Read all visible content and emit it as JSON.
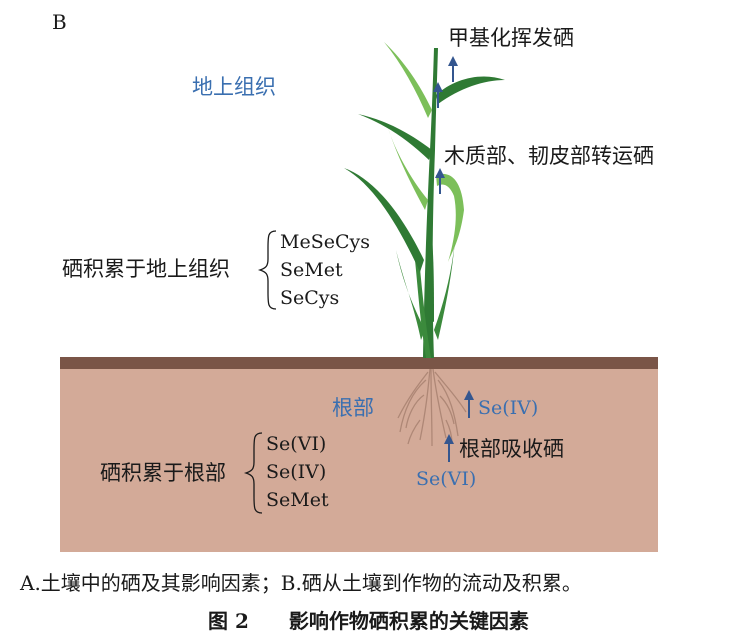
{
  "panel_label": "B",
  "aboveground": {
    "region_label": "地上组织",
    "methylation_label": "甲基化挥发硒",
    "transport_label": "木质部、韧皮部转运硒",
    "accumulation_label": "硒积累于地上组织",
    "species": [
      "MeSeCys",
      "SeMet",
      "SeCys"
    ]
  },
  "underground": {
    "region_label": "根部",
    "se_iv_label": "Se(IV)",
    "uptake_label": "根部吸收硒",
    "se_vi_label": "Se(VI)",
    "accumulation_label": "硒积累于根部",
    "species": [
      "Se(VI)",
      "Se(IV)",
      "SeMet"
    ]
  },
  "colors": {
    "soil": "#d3aa98",
    "soil_surface": "#7a5547",
    "plant_dark": "#2f7a34",
    "plant_light": "#7cbf5a",
    "arrow": "#34568f",
    "blue_text": "#3a6fb0"
  },
  "caption": {
    "subtitle": "A.土壤中的硒及其影响因素；B.硒从土壤到作物的流动及积累。",
    "title": "图 2　　影响作物硒积累的关键因素"
  }
}
